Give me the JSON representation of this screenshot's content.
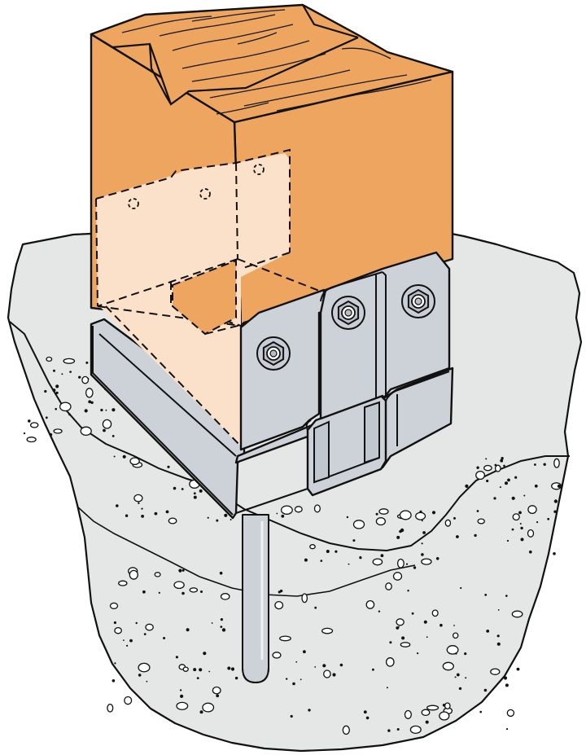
{
  "illustration": {
    "subject": "post-base-anchored-in-concrete",
    "colors": {
      "outline": "#111111",
      "wood": "#EDA55F",
      "wood_hidden": "#FBE1C9",
      "wood_grain": "#1a1a1a",
      "steel": "#CDD2D9",
      "steel_dark": "#B9BFC8",
      "concrete": "#E5E6E6",
      "bolt": "#C9CED6",
      "background": "#FFFFFF"
    },
    "parts": [
      {
        "id": "wood-post",
        "icon": "wood-post-icon"
      },
      {
        "id": "steel-post-base",
        "icon": "post-base-bracket-icon"
      },
      {
        "id": "hex-bolts",
        "icon": "hex-bolt-icon",
        "count": 3
      },
      {
        "id": "embedded-anchor-rod",
        "icon": "anchor-rod-icon"
      },
      {
        "id": "concrete-footing",
        "icon": "concrete-footing-icon"
      }
    ]
  }
}
